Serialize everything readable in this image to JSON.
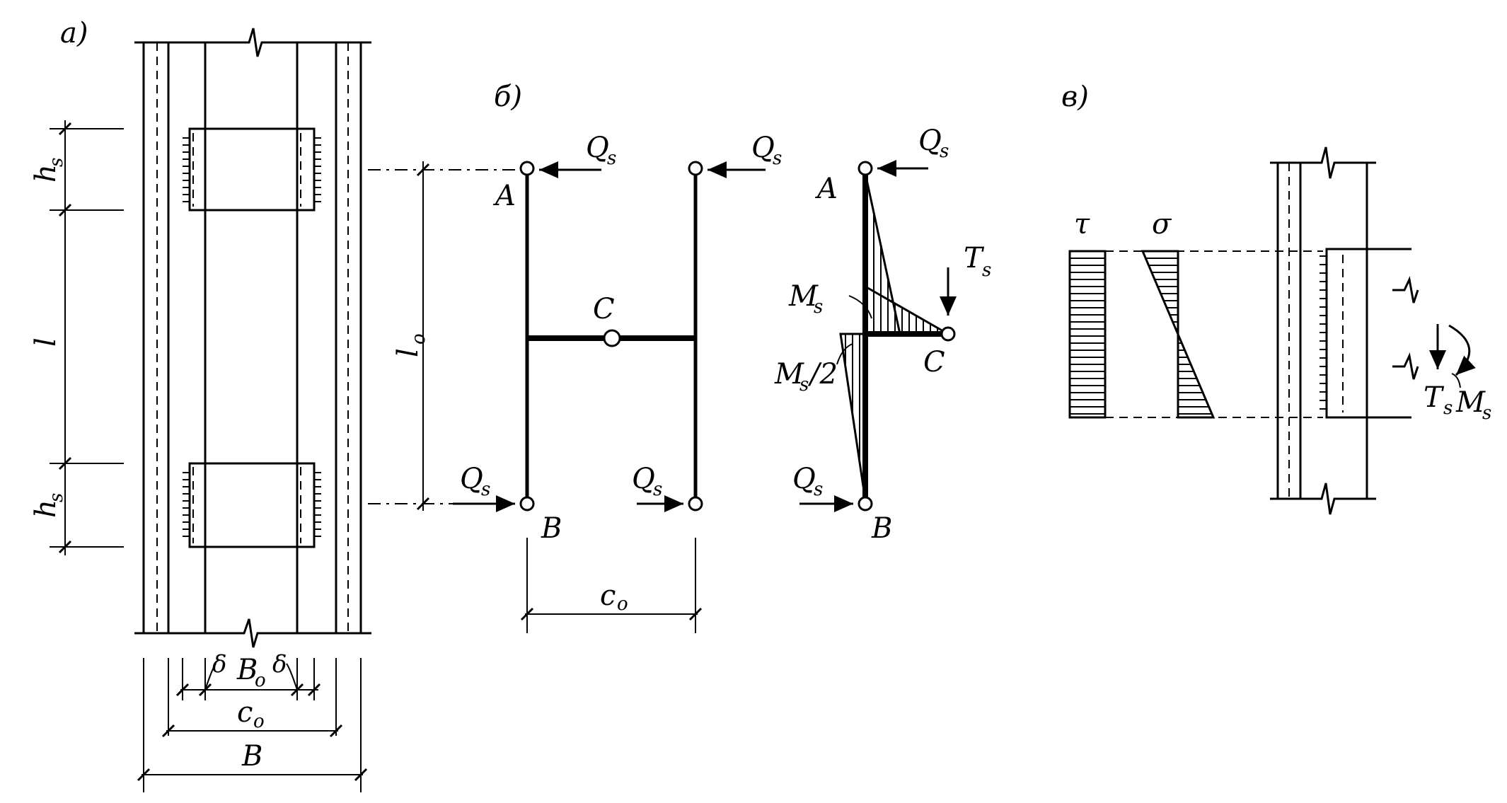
{
  "panels": {
    "a": "a)",
    "b": "б)",
    "c": "в)"
  },
  "labels": {
    "h_s": "h",
    "h_s_sub": "s",
    "l": "l",
    "l0": "l",
    "l0_sub": "o",
    "delta": "δ",
    "b0": "B",
    "b0_sub": "o",
    "c0": "c",
    "c0_sub": "o",
    "b": "B",
    "Q": "Q",
    "Q_sub": "s",
    "A": "A",
    "B_node": "B",
    "C": "C",
    "M": "M",
    "M_sub": "s",
    "Ms_half": "/2",
    "T": "T",
    "T_sub": "s",
    "tau": "τ",
    "sigma": "σ"
  }
}
